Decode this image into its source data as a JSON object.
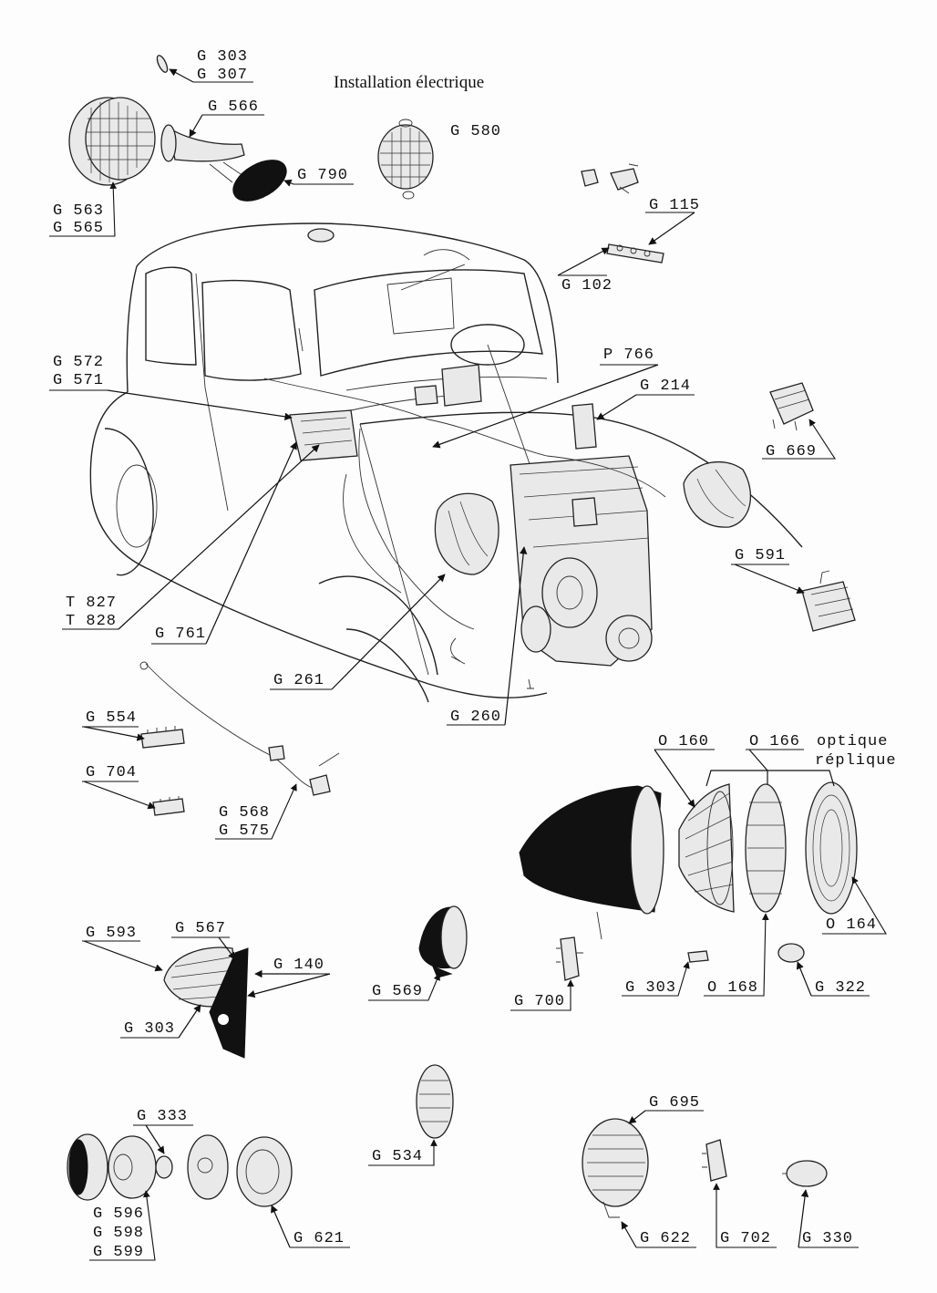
{
  "title": "Installation électrique",
  "labels": {
    "g303_a": "G 303",
    "g307": "G 307",
    "g566": "G 566",
    "g580": "G 580",
    "g790": "G 790",
    "g563": "G 563",
    "g565": "G 565",
    "g115": "G 115",
    "g102": "G 102",
    "g572": "G 572",
    "g571": "G 571",
    "p766": "P 766",
    "g214": "G 214",
    "g669": "G 669",
    "g591": "G 591",
    "t827": "T 827",
    "t828": "T 828",
    "g761": "G 761",
    "g261": "G 261",
    "g260": "G 260",
    "g554": "G 554",
    "g704": "G 704",
    "o160": "O 160",
    "o166": "O 166",
    "optique": "optique",
    "replique": "réplique",
    "g568": "G 568",
    "g575": "G 575",
    "o164": "O 164",
    "g593": "G 593",
    "g567": "G 567",
    "g140": "G 140",
    "g569": "G 569",
    "g303_b": "G 303",
    "o168": "O 168",
    "g322": "G 322",
    "g700": "G 700",
    "g303_c": "G 303",
    "g333": "G 333",
    "g534": "G 534",
    "g695": "G 695",
    "g596": "G 596",
    "g598": "G 598",
    "g599": "G 599",
    "g621": "G 621",
    "g622": "G 622",
    "g702": "G 702",
    "g330": "G 330"
  }
}
